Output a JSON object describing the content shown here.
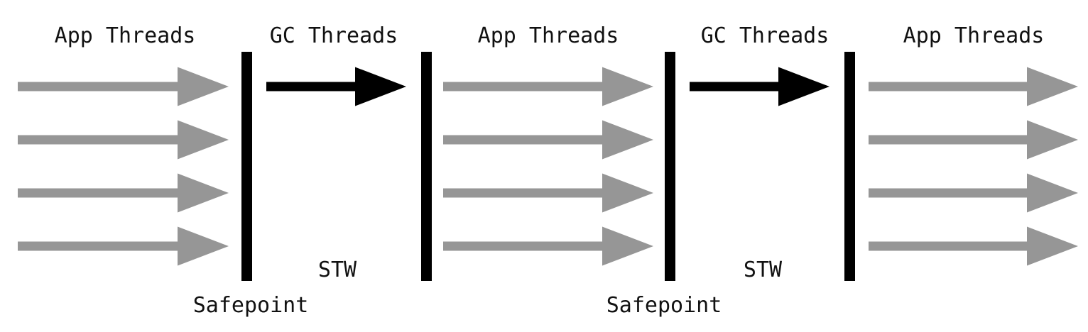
{
  "diagram": {
    "phases": [
      {
        "label": "App Threads",
        "kind": "app",
        "thread_count": 4
      },
      {
        "label": "GC Threads",
        "kind": "gc",
        "thread_count": 1,
        "note": "STW"
      },
      {
        "label": "App Threads",
        "kind": "app",
        "thread_count": 4
      },
      {
        "label": "GC Threads",
        "kind": "gc",
        "thread_count": 1,
        "note": "STW"
      },
      {
        "label": "App Threads",
        "kind": "app",
        "thread_count": 4
      }
    ],
    "barriers": [
      {
        "label": "Safepoint"
      },
      {
        "label": ""
      },
      {
        "label": "Safepoint"
      },
      {
        "label": ""
      }
    ],
    "colors": {
      "app_arrow": "#969696",
      "gc_arrow": "#000000",
      "barrier": "#000000",
      "text": "#111111",
      "background": "#ffffff"
    }
  }
}
